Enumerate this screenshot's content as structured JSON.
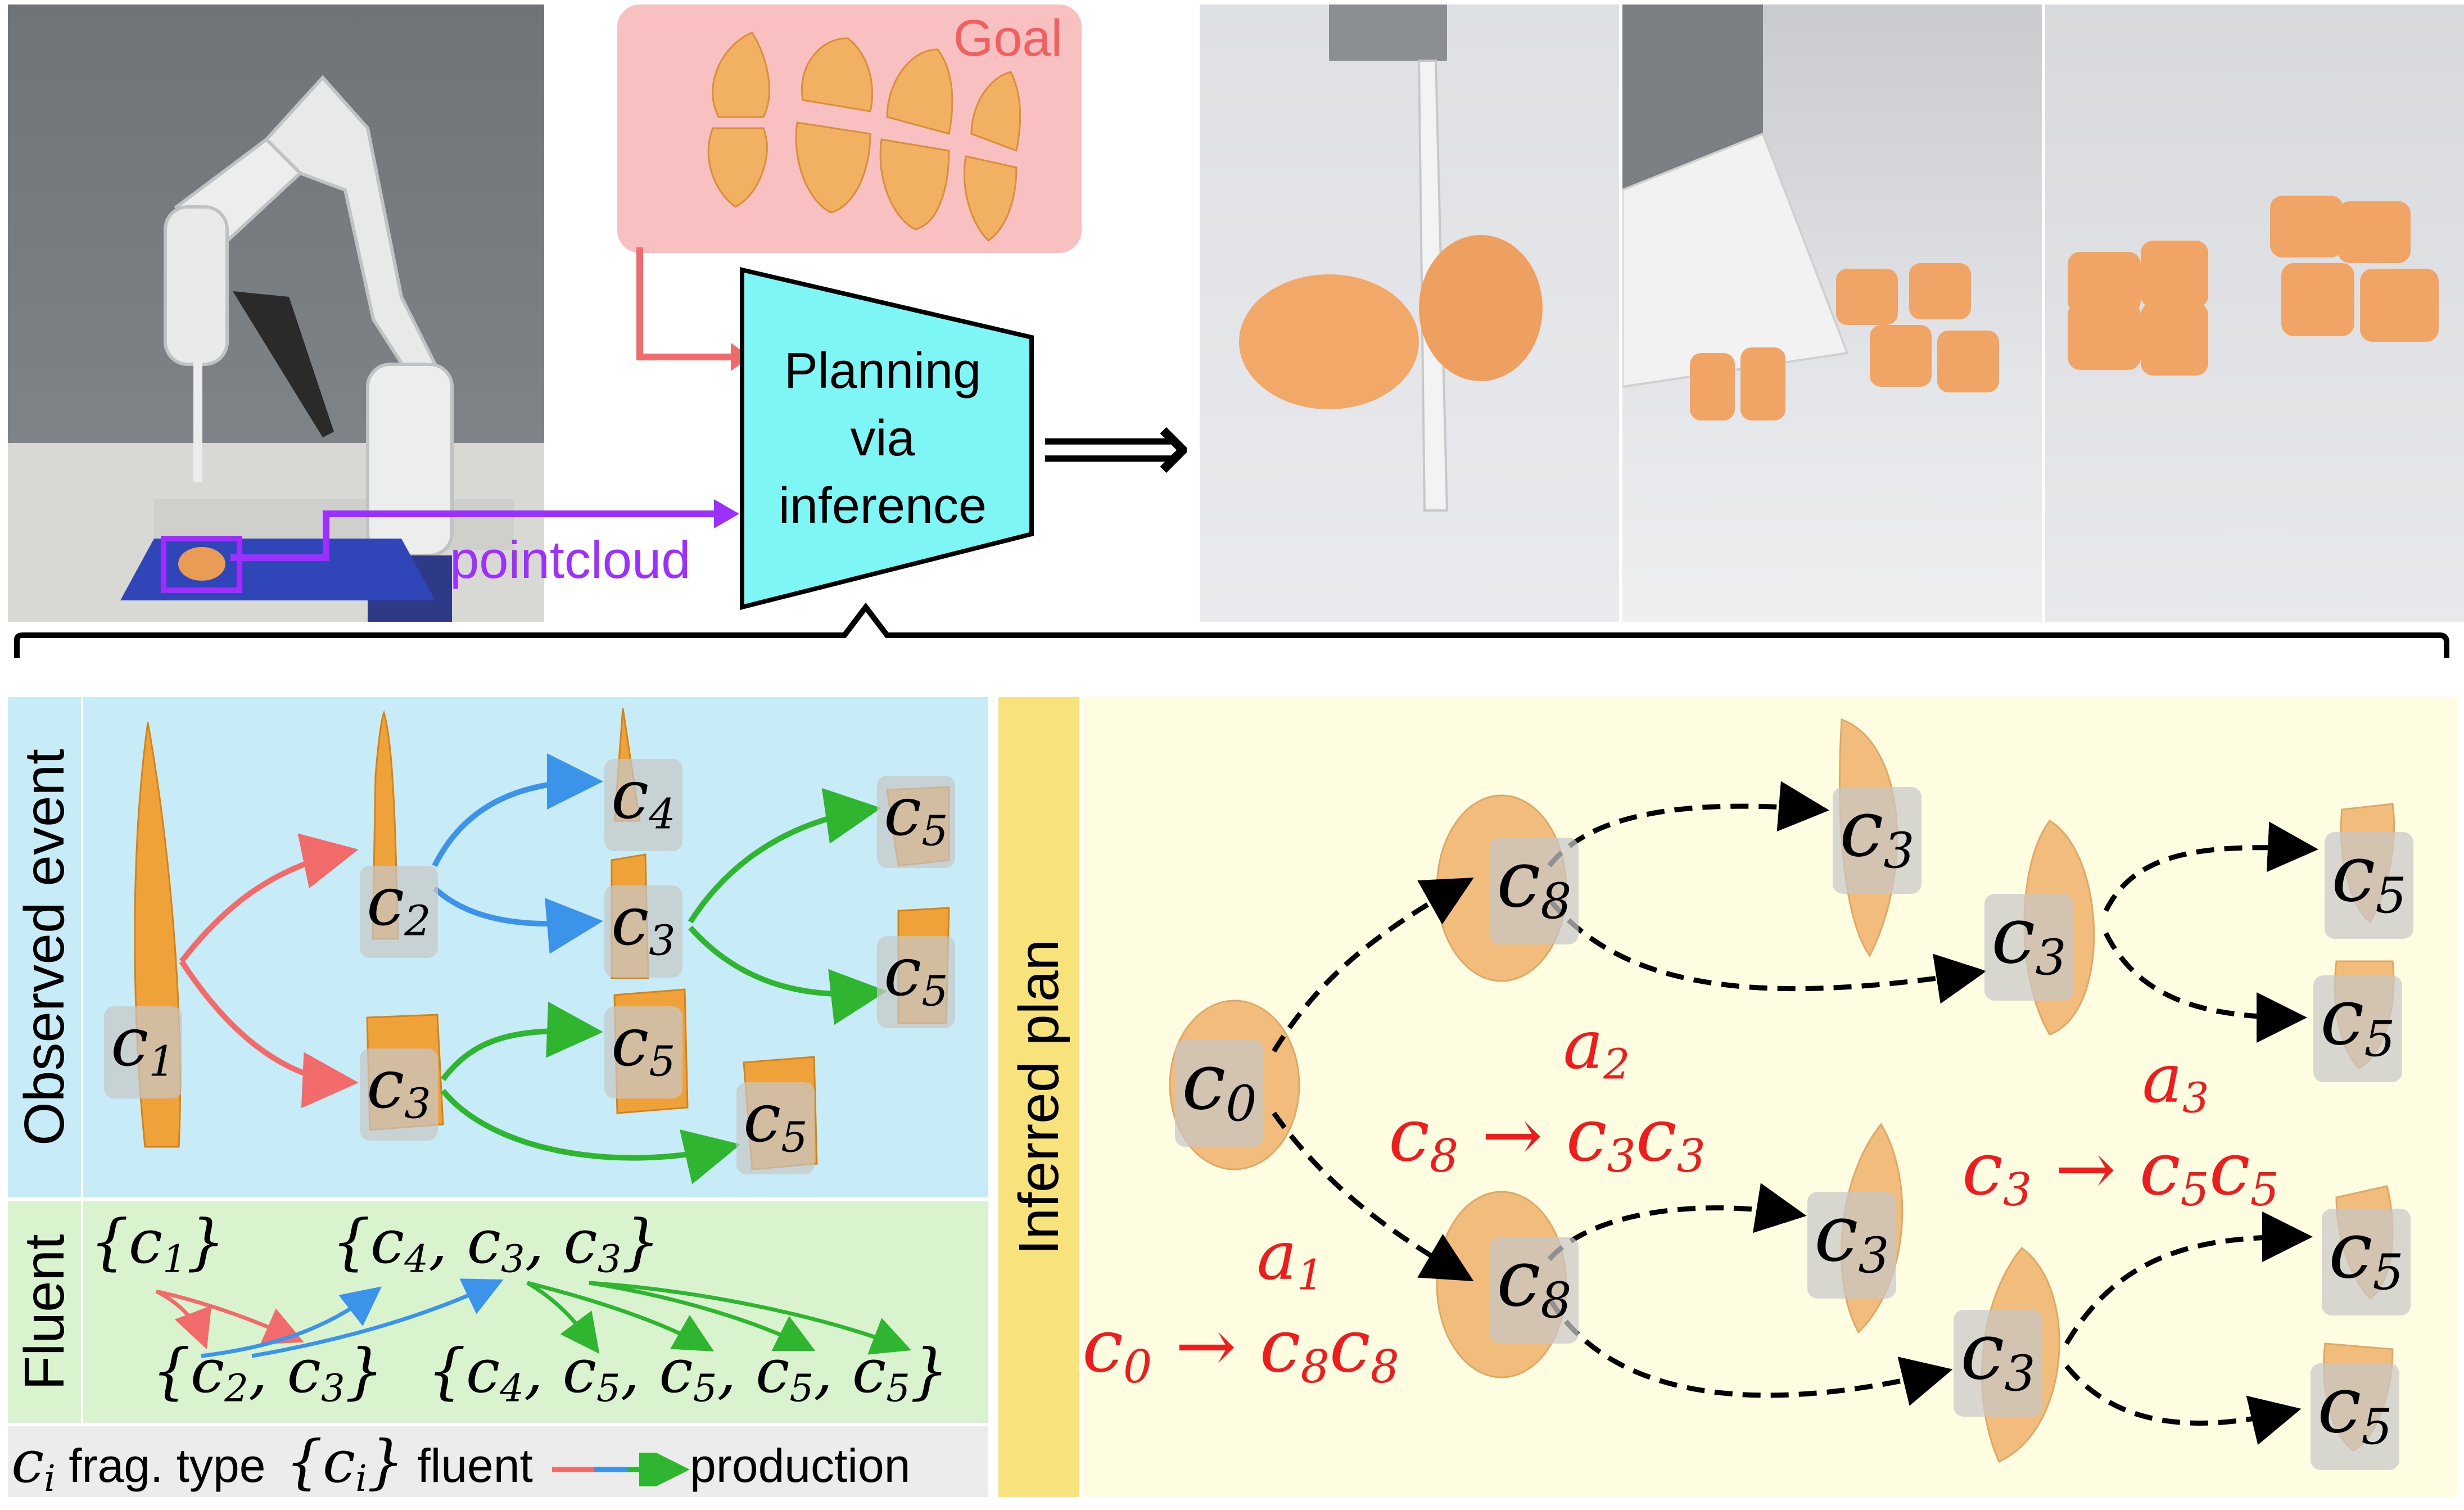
{
  "top": {
    "goal_label": "Goal",
    "planner_label_lines": [
      "Planning",
      "via",
      "inference"
    ],
    "pointcloud_label": "pointcloud",
    "implies_glyph": "⟹"
  },
  "left": {
    "observed_label": "Observed event",
    "fluent_label": "Fluent",
    "nodes": {
      "c1": {
        "base": "c",
        "sub": "1"
      },
      "c2": {
        "base": "c",
        "sub": "2"
      },
      "c3a": {
        "base": "c",
        "sub": "3"
      },
      "c4": {
        "base": "c",
        "sub": "4"
      },
      "c3b": {
        "base": "c",
        "sub": "3"
      },
      "c5a": {
        "base": "c",
        "sub": "5"
      },
      "c5b": {
        "base": "c",
        "sub": "5"
      },
      "c5c": {
        "base": "c",
        "sub": "5"
      },
      "c5d": {
        "base": "c",
        "sub": "5"
      }
    },
    "fluents": {
      "f1": "{c1}",
      "f2": "{c4, c3, c3}",
      "f3": "{c2, c3}",
      "f4": "{c4, c5, c5, c5, c5}"
    },
    "legend": {
      "frag_symbol": "c",
      "frag_sub": "i",
      "frag_text": "frag. type",
      "fluent_symbol": "{c",
      "fluent_sub": "i",
      "fluent_close": "}",
      "fluent_text": "fluent",
      "production_text": "production"
    }
  },
  "right": {
    "inferred_label": "Inferred plan",
    "nodes": {
      "n0": {
        "base": "c",
        "sub": "0"
      },
      "n8a": {
        "base": "c",
        "sub": "8"
      },
      "n8b": {
        "base": "c",
        "sub": "8"
      },
      "n3a": {
        "base": "c",
        "sub": "3"
      },
      "n3b": {
        "base": "c",
        "sub": "3"
      },
      "n3c": {
        "base": "c",
        "sub": "3"
      },
      "n3d": {
        "base": "c",
        "sub": "3"
      },
      "n5a": {
        "base": "c",
        "sub": "5"
      },
      "n5b": {
        "base": "c",
        "sub": "5"
      },
      "n5c": {
        "base": "c",
        "sub": "5"
      },
      "n5d": {
        "base": "c",
        "sub": "5"
      }
    },
    "rules": {
      "a1": {
        "action": "a",
        "action_sub": "1",
        "lhs": "c",
        "lhs_sub": "0",
        "arrow": "→",
        "rhs": [
          "8",
          "8"
        ]
      },
      "a2": {
        "action": "a",
        "action_sub": "2",
        "lhs": "c",
        "lhs_sub": "8",
        "arrow": "→",
        "rhs": [
          "3",
          "3"
        ]
      },
      "a3": {
        "action": "a",
        "action_sub": "3",
        "lhs": "c",
        "lhs_sub": "3",
        "arrow": "→",
        "rhs": [
          "5",
          "5"
        ]
      }
    }
  },
  "colors": {
    "goal_bg": "#f8c0c0",
    "goal_text": "#f06060",
    "planner_bg": "#7ff6f6",
    "pointcloud": "#9b30ff",
    "observed_bg": "#c7ecf7",
    "fluent_bg": "#d9f3cf",
    "legend_bg": "#ececec",
    "label_bar": "#f8e27c",
    "plan_bg": "#fefde1",
    "red": "#f26b6b",
    "blue": "#3b93ea",
    "green": "#2fb52f",
    "rule_red": "#ee1c1c",
    "fragment_orange": "#f0a23a",
    "potato": "#f1bc7c"
  }
}
